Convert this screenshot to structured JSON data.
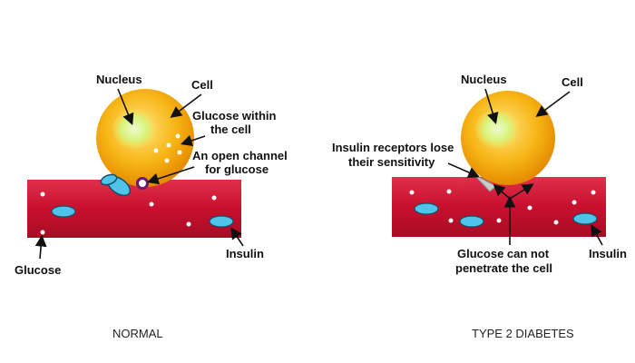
{
  "normal": {
    "nucleus": "Nucleus",
    "cell": "Cell",
    "glucose_within_1": "Glucose within",
    "glucose_within_2": "the cell",
    "channel_1": "An open channel",
    "channel_2": "for glucose",
    "insulin": "Insulin",
    "glucose": "Glucose",
    "caption": "NORMAL"
  },
  "diabetes": {
    "nucleus": "Nucleus",
    "cell": "Cell",
    "receptors_1": "Insulin receptors lose",
    "receptors_2": "their sensitivity",
    "cannot_1": "Glucose can not",
    "cannot_2": "penetrate the cell",
    "insulin": "Insulin",
    "caption": "TYPE 2 DIABETES"
  },
  "colors": {
    "vessel": "#c8102e",
    "cell": "#f6a800",
    "nucleus": "#e6f26a",
    "insulin": "#4fc3e8",
    "channel": "#6a1b6e"
  }
}
